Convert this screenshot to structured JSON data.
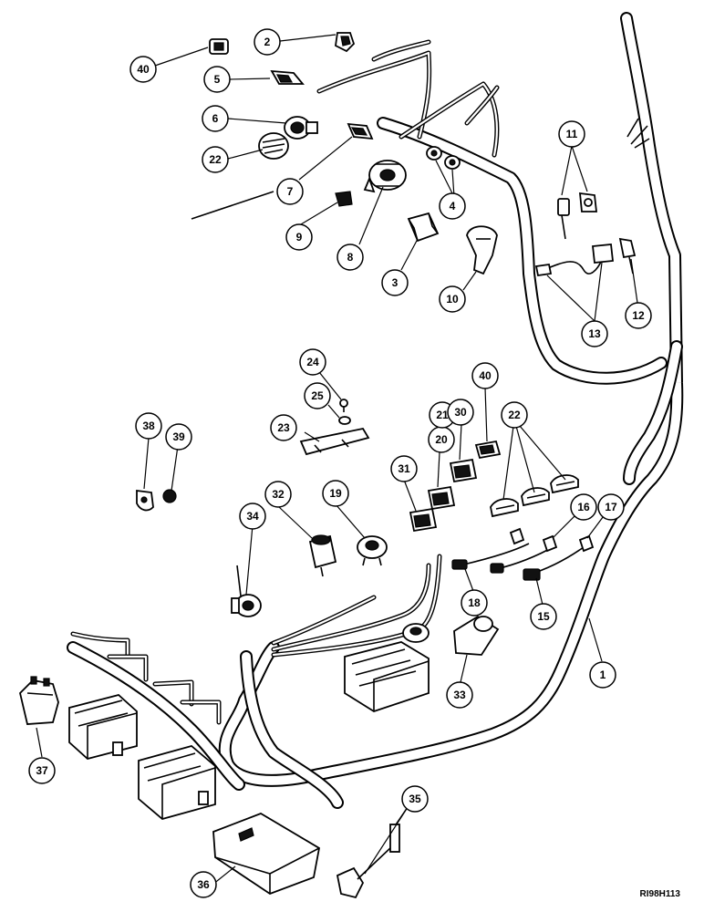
{
  "diagram": {
    "reference_code": "RI98H113",
    "callouts": [
      {
        "label": "1"
      },
      {
        "label": "2"
      },
      {
        "label": "3"
      },
      {
        "label": "4"
      },
      {
        "label": "5"
      },
      {
        "label": "6"
      },
      {
        "label": "7"
      },
      {
        "label": "8"
      },
      {
        "label": "9"
      },
      {
        "label": "10"
      },
      {
        "label": "11"
      },
      {
        "label": "12"
      },
      {
        "label": "13"
      },
      {
        "label": "15"
      },
      {
        "label": "16"
      },
      {
        "label": "17"
      },
      {
        "label": "18"
      },
      {
        "label": "19"
      },
      {
        "label": "20"
      },
      {
        "label": "21"
      },
      {
        "label": "22"
      },
      {
        "label": "22"
      },
      {
        "label": "23"
      },
      {
        "label": "24"
      },
      {
        "label": "25"
      },
      {
        "label": "30"
      },
      {
        "label": "31"
      },
      {
        "label": "32"
      },
      {
        "label": "33"
      },
      {
        "label": "34"
      },
      {
        "label": "35"
      },
      {
        "label": "36"
      },
      {
        "label": "37"
      },
      {
        "label": "38"
      },
      {
        "label": "39"
      },
      {
        "label": "40"
      },
      {
        "label": "40"
      }
    ]
  }
}
